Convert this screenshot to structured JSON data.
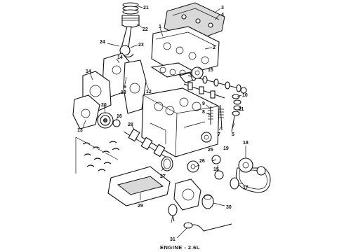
{
  "caption": "ENGINE - 2.6L",
  "callouts": [
    {
      "id": "c21",
      "text": "21"
    },
    {
      "id": "c22",
      "text": "22"
    },
    {
      "id": "c3",
      "text": "3"
    },
    {
      "id": "c4",
      "text": "4"
    },
    {
      "id": "c1",
      "text": "1"
    },
    {
      "id": "c2",
      "text": "2"
    },
    {
      "id": "c24",
      "text": "24"
    },
    {
      "id": "c23",
      "text": "23"
    },
    {
      "id": "c14a",
      "text": "14"
    },
    {
      "id": "c14b",
      "text": "14"
    },
    {
      "id": "c6",
      "text": "6"
    },
    {
      "id": "c12",
      "text": "12"
    },
    {
      "id": "c13a",
      "text": "13"
    },
    {
      "id": "c13b",
      "text": "13"
    },
    {
      "id": "c20",
      "text": "20"
    },
    {
      "id": "c16",
      "text": "16"
    },
    {
      "id": "c15a",
      "text": "15"
    },
    {
      "id": "c10",
      "text": "10"
    },
    {
      "id": "c9",
      "text": "9"
    },
    {
      "id": "c8",
      "text": "8"
    },
    {
      "id": "c7",
      "text": "7"
    },
    {
      "id": "c11",
      "text": "11"
    },
    {
      "id": "c5",
      "text": "5"
    },
    {
      "id": "c26",
      "text": "26"
    },
    {
      "id": "c25",
      "text": "25"
    },
    {
      "id": "c19",
      "text": "19"
    },
    {
      "id": "c18",
      "text": "18"
    },
    {
      "id": "c15b",
      "text": "15"
    },
    {
      "id": "c17",
      "text": "17"
    },
    {
      "id": "c27",
      "text": "27"
    },
    {
      "id": "c28",
      "text": "28"
    },
    {
      "id": "c29",
      "text": "29"
    },
    {
      "id": "c30",
      "text": "30"
    },
    {
      "id": "c31",
      "text": "31"
    }
  ]
}
